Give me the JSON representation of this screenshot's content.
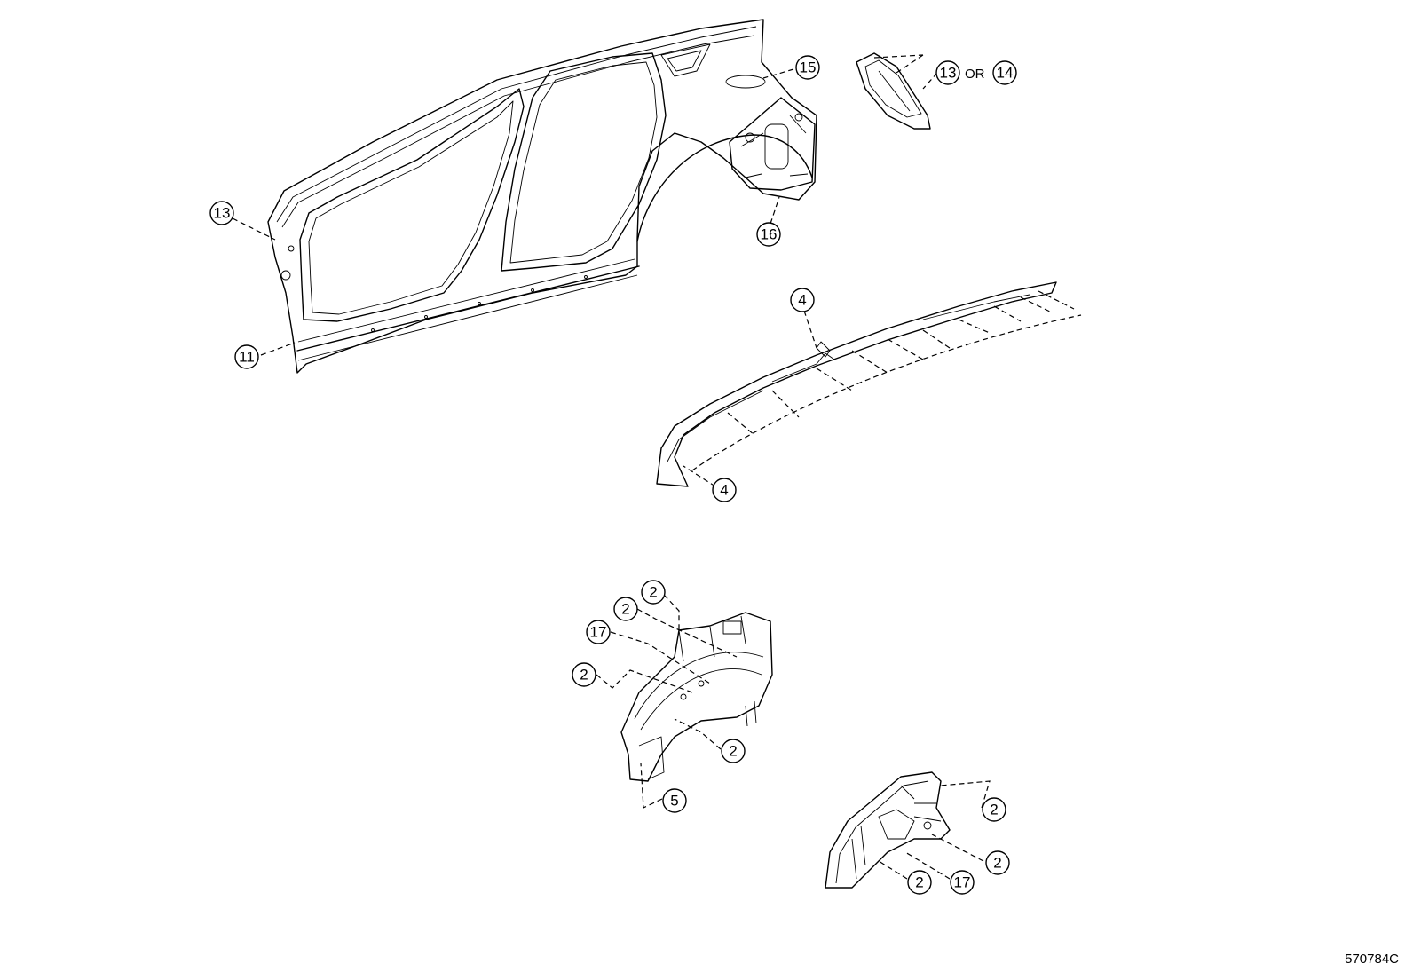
{
  "callouts": {
    "c13_left": "13",
    "c11": "11",
    "c15": "15",
    "c16": "16",
    "c13_right": "13",
    "c14": "14",
    "c4_top": "4",
    "c4_bottom": "4",
    "c2_a": "2",
    "c2_b": "2",
    "c17_a": "17",
    "c2_c": "2",
    "c2_d": "2",
    "c5": "5",
    "c2_e": "2",
    "c2_f": "2",
    "c2_g": "2",
    "c17_b": "17"
  },
  "or_label": "OR",
  "reference_code": "570784C"
}
